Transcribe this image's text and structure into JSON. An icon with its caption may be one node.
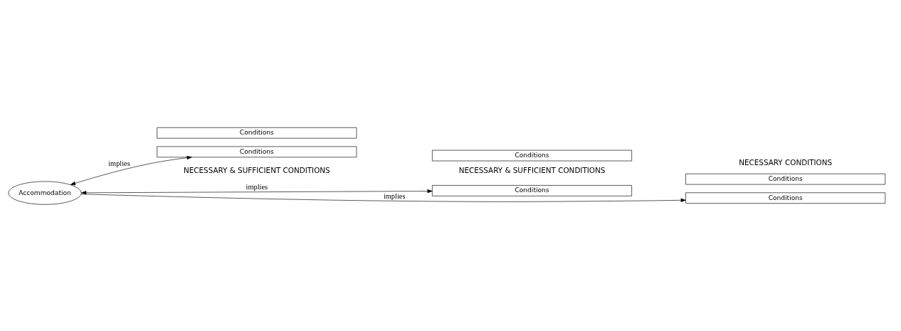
{
  "diagram": {
    "nodes": [
      {
        "text": [
          "Accommodation"
        ]
      },
      {
        "text": [
          "Conditions"
        ]
      },
      {
        "text": [
          "Conditions"
        ]
      },
      {
        "text": [
          "Conditions"
        ]
      },
      {
        "text": [
          "Conditions"
        ]
      },
      {
        "text": [
          "Conditions"
        ]
      },
      {
        "text": [
          "Conditions"
        ]
      }
    ],
    "edges": [
      {
        "from": 0,
        "to": 1,
        "arrow": "both",
        "label": "implies"
      },
      {
        "from": 0,
        "to": 3,
        "arrow": "both",
        "label": "implies"
      },
      {
        "from": 0,
        "to": 5,
        "arrow": "to",
        "label": "implies"
      }
    ],
    "labels": [
      "NECESSARY & SUFFICIENT CONDITIONS",
      "NECESSARY & SUFFICIENT CONDITIONS",
      "NECESSARY CONDITIONS"
    ]
  }
}
